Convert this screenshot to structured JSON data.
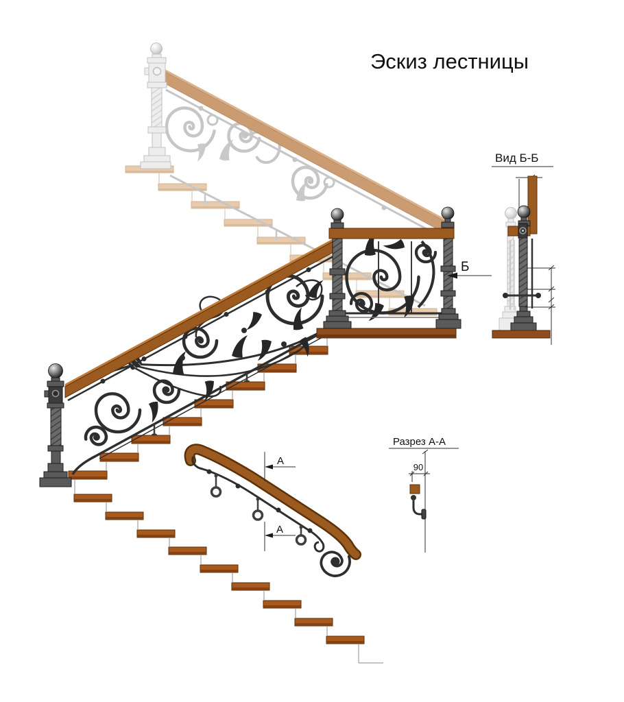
{
  "title": "Эскиз лестницы",
  "annotations": {
    "view_bb_title": "Вид Б-Б",
    "section_aa_title": "Разрез А-А",
    "section_aa_dimension": "90",
    "section_mark_b": "Б",
    "section_mark_a_top": "А",
    "section_mark_a_bottom": "А"
  },
  "scene": {
    "steps_visible": {
      "upper_ghost_flight": 9,
      "middle_flight": 8,
      "lower_flight": 9
    }
  },
  "colors": {
    "background": "#ffffff",
    "step_wood": "#a8591e",
    "board_wood": "#8f4c1c",
    "handrail_wood": "#9b5a20",
    "handrail_highlight": "#c07a38",
    "ghost_step": "#e8cbad",
    "ghost_handrail": "#cb9c72",
    "metal_dark": "#2e2e2e",
    "metal_ghost": "#c6c6c6"
  }
}
